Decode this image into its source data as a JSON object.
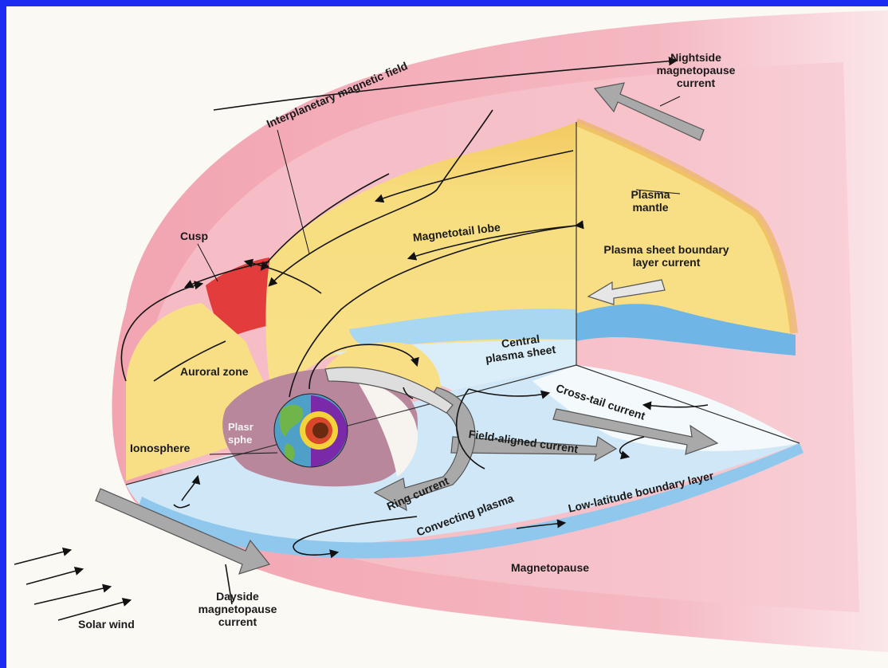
{
  "diagram": {
    "labels": {
      "imf": "Interplanetary magnetic field",
      "nightside": [
        "Nightside",
        "magnetopause",
        "current"
      ],
      "plasma_mantle": [
        "Plasma",
        "mantle"
      ],
      "magnetotail_lobe": "Magnetotail lobe",
      "psbl_current": [
        "Plasma sheet boundary",
        "layer current"
      ],
      "cusp": "Cusp",
      "central_plasma_sheet": [
        "Central",
        "plasma sheet"
      ],
      "auroral_zone": "Auroral zone",
      "cross_tail_current": "Cross-tail current",
      "plasmasphere": [
        "Plasr",
        "sphe"
      ],
      "ionosphere": "Ionosphere",
      "field_aligned_current": "Field-aligned current",
      "ring_current": "Ring current",
      "low_latitude_bl": "Low-latitude boundary layer",
      "convecting_plasma": "Convecting plasma",
      "magnetopause": "Magnetopause",
      "dayside": [
        "Dayside",
        "magnetopause",
        "current"
      ],
      "solar_wind": "Solar wind"
    },
    "colors": {
      "frame": "#1c2cf0",
      "background": "#fbf9f4",
      "magnetosheath": "#f2a9b4",
      "cusp": "#e13a3a",
      "lobe": "#f7de7c",
      "plasma_sheet_blue": "#8cc5ea",
      "plasmasphere": "#b8879c",
      "arrow_fill": "#a7a7a7"
    }
  }
}
